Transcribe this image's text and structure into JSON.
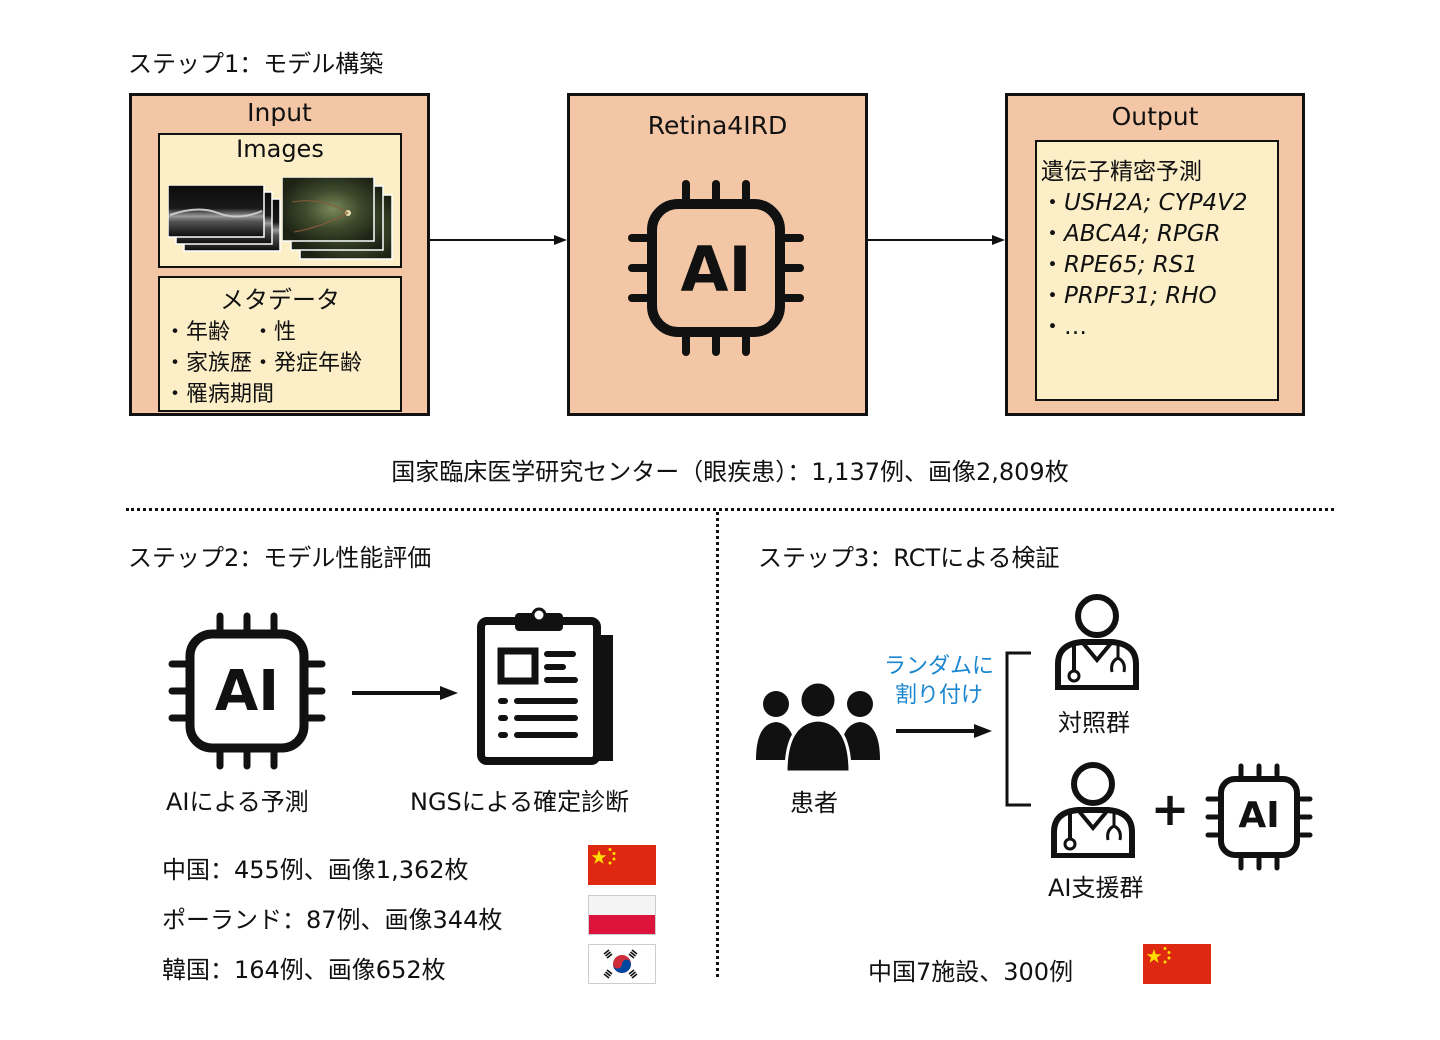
{
  "step1": {
    "title": "ステップ1：モデル構築",
    "input_title": "Input",
    "images_title": "Images",
    "metadata_title": "メタデータ",
    "metadata_lines": [
      "・年齢　・性",
      "・家族歴・発症年齢",
      "・罹病期間"
    ],
    "model_title": "Retina4IRD",
    "model_chip": "AI",
    "output_title": "Output",
    "output_heading": "遺伝子精密予測",
    "output_lines": [
      "USH2A; CYP4V2",
      "ABCA4; RPGR",
      "RPE65; RS1",
      "PRPF31; RHO",
      "…"
    ],
    "bullet": "・",
    "dataset": "国家臨床医学研究センター（眼疾患）：1,137例、画像2,809枚"
  },
  "step2": {
    "title": "ステップ2：モデル性能評価",
    "chip_label": "AI",
    "ai_caption": "AIによる予測",
    "ngs_caption": "NGSによる確定診断",
    "countries": [
      {
        "text": "中国：455例、画像1,362枚",
        "flag": "china"
      },
      {
        "text": "ポーランド：87例、画像344枚",
        "flag": "poland"
      },
      {
        "text": "韓国：164例、画像652枚",
        "flag": "korea"
      }
    ]
  },
  "step3": {
    "title": "ステップ3：RCTによる検証",
    "patients_caption": "患者",
    "randomize_line1": "ランダムに",
    "randomize_line2": "割り付け",
    "control_caption": "対照群",
    "ai_group_caption": "AI支援群",
    "plus": "+",
    "chip_label": "AI",
    "dataset": "中国7施設、300例",
    "flag": "china"
  },
  "colors": {
    "outer_box": "#f3c7a6",
    "inner_box": "#fcefc8",
    "accent_blue": "#1a86d0",
    "china_red": "#de2910",
    "china_yellow": "#ffde00",
    "poland_red": "#dc143c"
  }
}
